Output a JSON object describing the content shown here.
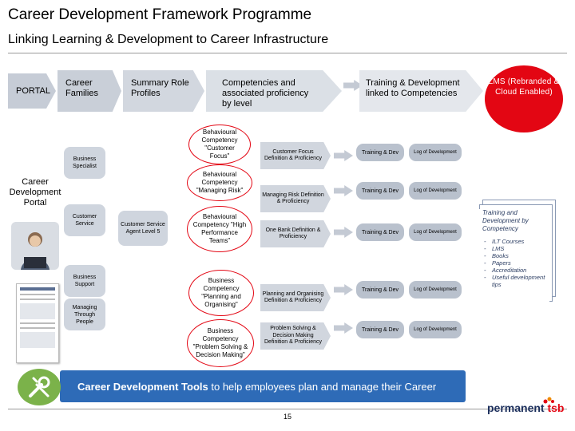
{
  "header": {
    "title": "Career Development Framework Programme",
    "subtitle": "Linking Learning & Development to Career Infrastructure"
  },
  "flow": {
    "portal": "PORTAL",
    "career_families": "Career Families",
    "summary_role_profiles": "Summary Role Profiles",
    "competencies": "Competencies and associated proficiency by level",
    "training": "Training & Development linked to Competencies",
    "lms": "LMS (Rebranded & Cloud Enabled)"
  },
  "sidebar": {
    "career_portal": "Career Development Portal"
  },
  "families": [
    "Business Specialist",
    "Customer Service",
    "Business Support",
    "Managing Through People"
  ],
  "role_profile": "Customer Service Agent Level 5",
  "competencies": [
    "Behavioural Competency \"Customer Focus\"",
    "Behavioural Competency \"Managing Risk\"",
    "Behavioural Competency \"High Performance Teams\"",
    "Business Competency \"Planning and Organising\"",
    "Business Competency \"Problem Solving & Decision Making\""
  ],
  "definitions": [
    "Customer Focus Definition & Proficiency",
    "Managing Risk Definition & Proficiency",
    "One Bank Definition & Proficiency",
    "Planning and Organising Definition & Proficiency",
    "Problem Solving & Decision Making Definition & Proficiency"
  ],
  "training_label": "Training & Dev",
  "log_label": "Log of Development",
  "lms_panel": {
    "title": "Training and Development by Competency",
    "items": [
      "ILT Courses",
      "LMS",
      "Books",
      "Papers",
      "Accreditation",
      "Useful development tips"
    ]
  },
  "banner": {
    "bold": "Career Development Tools",
    "rest": " to help employees plan and manage their Career"
  },
  "page_number": "15",
  "logo": {
    "main": "permanent",
    "accent": "tsb"
  },
  "colors": {
    "accent_red": "#e30613",
    "banner_blue": "#2e6bb7",
    "tools_green": "#7bb24a"
  }
}
